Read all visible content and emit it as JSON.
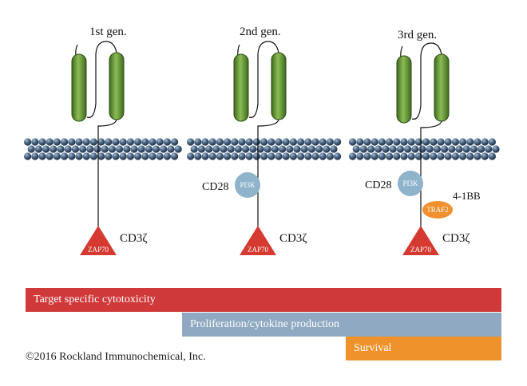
{
  "constructs": [
    {
      "title": "1st gen.",
      "cd3z": "CD3ζ",
      "zap70": "ZAP70"
    },
    {
      "title": "2nd gen.",
      "cd28": "CD28",
      "pi3k": "PI3K",
      "cd3z": "CD3ζ",
      "zap70": "ZAP70"
    },
    {
      "title": "3rd gen.",
      "cd28": "CD28",
      "pi3k": "PI3K",
      "bb": "4-1BB",
      "traf2": "TRAF2",
      "cd3z": "CD3ζ",
      "zap70": "ZAP70"
    }
  ],
  "bars": {
    "cytotoxicity": "Target specific cytotoxicity",
    "proliferation": "Proliferation/cytokine production",
    "survival": "Survival"
  },
  "copyright": "©2016 Rockland Immunochemical, Inc.",
  "colors": {
    "helix": "#6a9b3c",
    "helix_dark": "#3f6a1e",
    "membrane": "#3f5b7a",
    "pi3k": "#8eb3cb",
    "traf2": "#f0902e",
    "zap70": "#d5392f",
    "bar_red": "#d0393a",
    "bar_blue": "#8ea9c1",
    "bar_orange": "#f0922b"
  }
}
